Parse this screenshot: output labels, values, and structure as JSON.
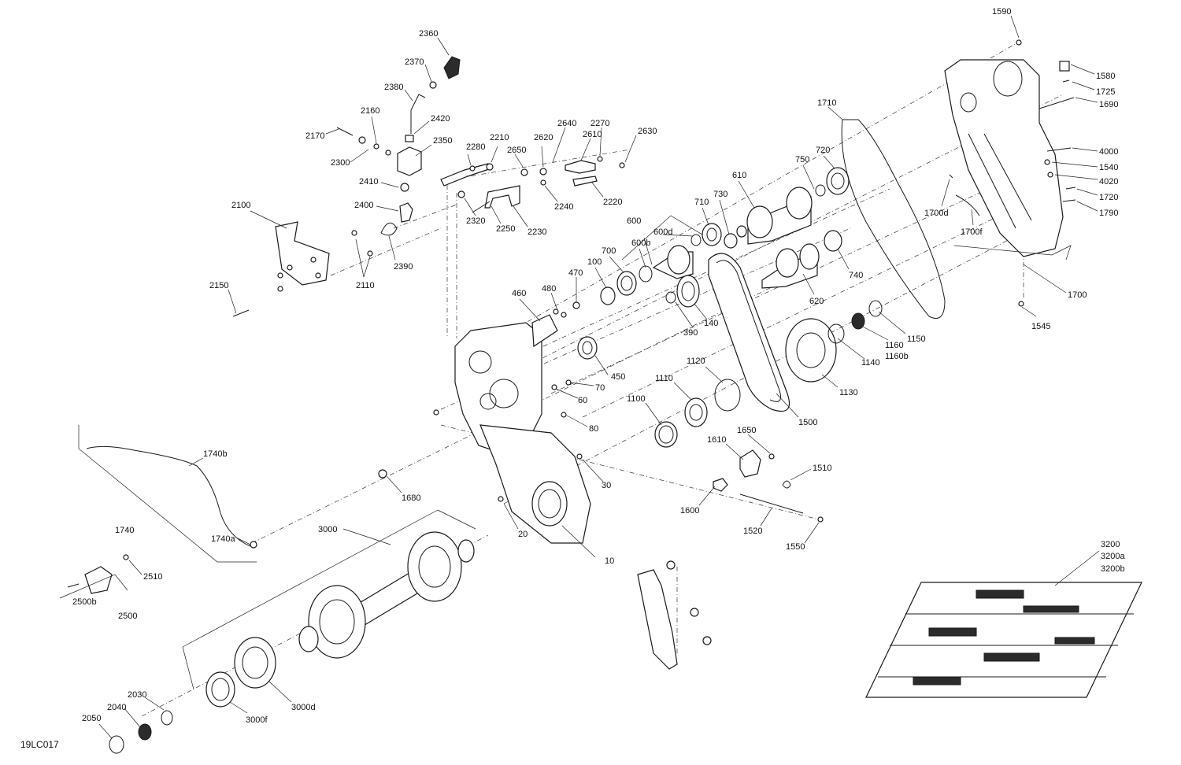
{
  "figure_id": "19LC017",
  "callouts": [
    "2360",
    "2370",
    "2380",
    "2420",
    "2160",
    "2170",
    "2300",
    "2350",
    "2410",
    "2400",
    "2390",
    "2100",
    "2110",
    "2150",
    "2280",
    "2210",
    "2650",
    "2620",
    "2640",
    "2610",
    "2270",
    "2630",
    "2220",
    "2240",
    "2320",
    "2250",
    "2230",
    "600",
    "600d",
    "600b",
    "710",
    "730",
    "610",
    "750",
    "720",
    "700",
    "100",
    "480",
    "470",
    "460",
    "450",
    "70",
    "60",
    "80",
    "390",
    "140",
    "1710",
    "620",
    "740",
    "1590",
    "1580",
    "1725",
    "1690",
    "4000",
    "1540",
    "4020",
    "1720",
    "1790",
    "1700d",
    "1700f",
    "1700",
    "1545",
    "1150",
    "1160",
    "1160b",
    "1140",
    "1130",
    "1120",
    "1110",
    "1100",
    "1500",
    "1650",
    "1610",
    "1510",
    "1600",
    "1520",
    "1550",
    "1740b",
    "1740",
    "1740a",
    "1680",
    "30",
    "20",
    "10",
    "3000",
    "2510",
    "2500b",
    "2500",
    "3200",
    "3200a",
    "3200b",
    "3000d",
    "3000f",
    "2030",
    "2040",
    "2050"
  ]
}
